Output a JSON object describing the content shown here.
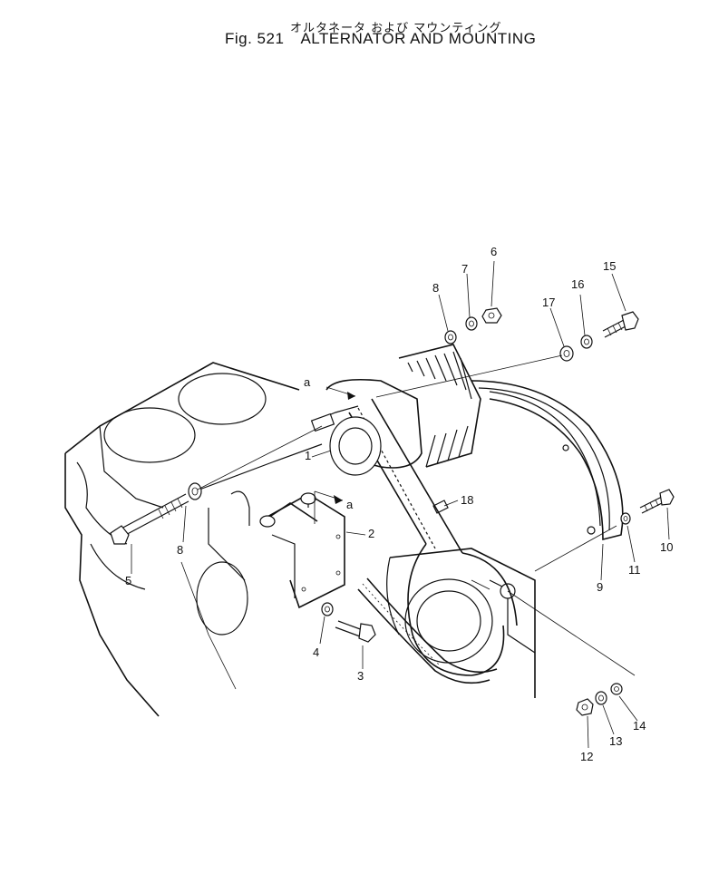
{
  "title": {
    "japanese": "オルタネータ および マウンティング",
    "figure": "Fig. 521",
    "english": "ALTERNATOR AND MOUNTING"
  },
  "view_labels": [
    "a",
    "a"
  ],
  "parts": [
    "1",
    "2",
    "3",
    "4",
    "5",
    "6",
    "7",
    "8",
    "8",
    "9",
    "10",
    "11",
    "12",
    "13",
    "14",
    "15",
    "16",
    "17",
    "18"
  ]
}
